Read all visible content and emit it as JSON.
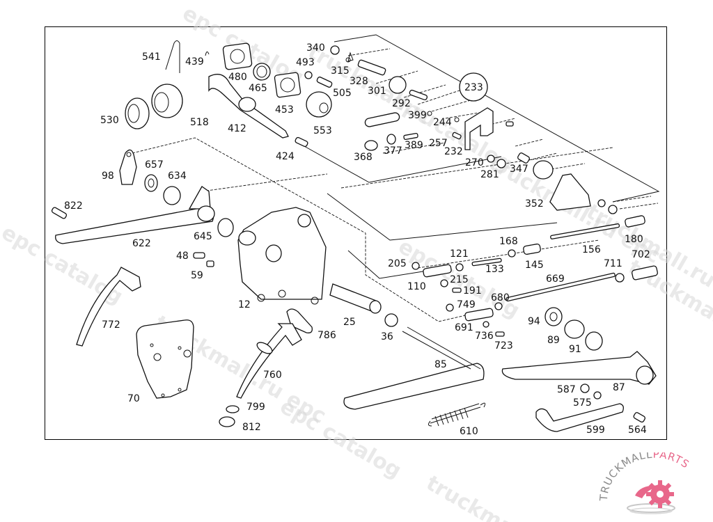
{
  "diagram": {
    "type": "exploded-parts-diagram",
    "callouts": [
      {
        "id": "541"
      },
      {
        "id": "439"
      },
      {
        "id": "480"
      },
      {
        "id": "465"
      },
      {
        "id": "340"
      },
      {
        "id": "493"
      },
      {
        "id": "315"
      },
      {
        "id": "328"
      },
      {
        "id": "505"
      },
      {
        "id": "301"
      },
      {
        "id": "453"
      },
      {
        "id": "553"
      },
      {
        "id": "292"
      },
      {
        "id": "233"
      },
      {
        "id": "399"
      },
      {
        "id": "244"
      },
      {
        "id": "530"
      },
      {
        "id": "518"
      },
      {
        "id": "412"
      },
      {
        "id": "424"
      },
      {
        "id": "368"
      },
      {
        "id": "377"
      },
      {
        "id": "389"
      },
      {
        "id": "257"
      },
      {
        "id": "232"
      },
      {
        "id": "270"
      },
      {
        "id": "281"
      },
      {
        "id": "347"
      },
      {
        "id": "352"
      },
      {
        "id": "98"
      },
      {
        "id": "657"
      },
      {
        "id": "634"
      },
      {
        "id": "822"
      },
      {
        "id": "645"
      },
      {
        "id": "622"
      },
      {
        "id": "48"
      },
      {
        "id": "59"
      },
      {
        "id": "12"
      },
      {
        "id": "180"
      },
      {
        "id": "156"
      },
      {
        "id": "168"
      },
      {
        "id": "121"
      },
      {
        "id": "145"
      },
      {
        "id": "133"
      },
      {
        "id": "702"
      },
      {
        "id": "205"
      },
      {
        "id": "711"
      },
      {
        "id": "110"
      },
      {
        "id": "215"
      },
      {
        "id": "191"
      },
      {
        "id": "669"
      },
      {
        "id": "680"
      },
      {
        "id": "749"
      },
      {
        "id": "691"
      },
      {
        "id": "736"
      },
      {
        "id": "723"
      },
      {
        "id": "94"
      },
      {
        "id": "89"
      },
      {
        "id": "91"
      },
      {
        "id": "772"
      },
      {
        "id": "25"
      },
      {
        "id": "786"
      },
      {
        "id": "36"
      },
      {
        "id": "85"
      },
      {
        "id": "760"
      },
      {
        "id": "70"
      },
      {
        "id": "799"
      },
      {
        "id": "812"
      },
      {
        "id": "587"
      },
      {
        "id": "87"
      },
      {
        "id": "575"
      },
      {
        "id": "610"
      },
      {
        "id": "599"
      },
      {
        "id": "564"
      }
    ]
  },
  "watermarks": [
    "epc catalog",
    "truckmall.ru",
    "epc catalog",
    "truckmall.ru epc",
    "epc catalog",
    "truckmall.ru epc",
    "truckmall.ru",
    "epc catalog",
    "truckmall",
    "epc catalog",
    "truckmall.ru e"
  ],
  "logo": {
    "text_left": "TRUCKMALL",
    "text_right": "PARTS",
    "brand_color": "#e8678a",
    "grey_color": "#8a8a8a"
  }
}
